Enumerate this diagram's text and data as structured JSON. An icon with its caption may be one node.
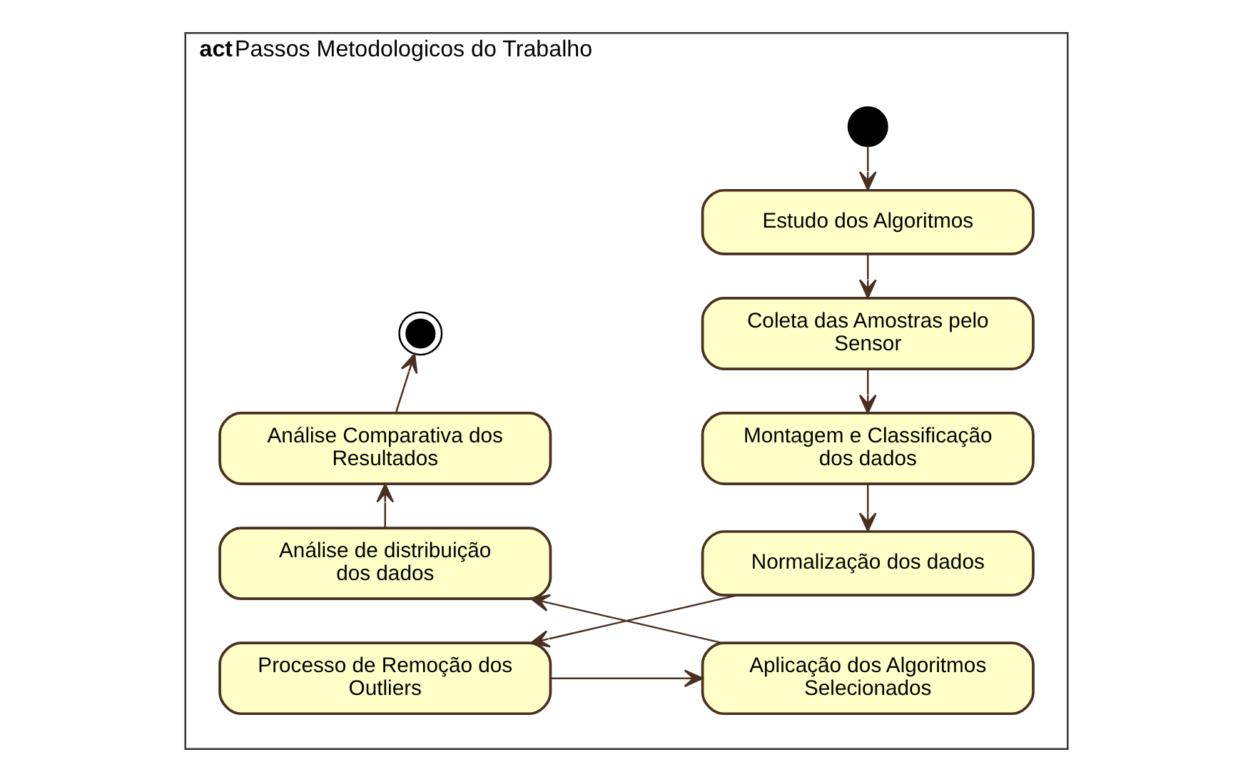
{
  "diagram": {
    "nodes": [
      {
        "text": [
          "act",
          "Passos Metodologicos do Trabalho"
        ]
      },
      {
        "text": [],
        "shape": "circle",
        "in": 0
      },
      {
        "text": [
          "Estudo dos Algoritmos"
        ],
        "in": 0
      },
      {
        "text": [
          "Coleta das Amostras pelo Sensor"
        ],
        "in": 0
      },
      {
        "text": [
          "Montagem e Classificação dos dados"
        ],
        "in": 0
      },
      {
        "text": [
          "Normalização dos dados"
        ],
        "in": 0
      },
      {
        "text": [
          "Processo de Remoção dos Outliers"
        ],
        "in": 0
      },
      {
        "text": [
          "Aplicação dos Algoritmos Selecionados"
        ],
        "in": 0
      },
      {
        "text": [
          "Análise de distribuição dos dados"
        ],
        "in": 0
      },
      {
        "text": [
          "Análise Comparativa dos Resultados"
        ],
        "in": 0
      },
      {
        "text": [],
        "shape": "bullseye",
        "in": 0
      }
    ],
    "edges": [
      {
        "from": 1,
        "to": 2,
        "arrow": "to"
      },
      {
        "from": 2,
        "to": 3,
        "arrow": "to"
      },
      {
        "from": 3,
        "to": 4,
        "arrow": "to"
      },
      {
        "from": 4,
        "to": 5,
        "arrow": "to"
      },
      {
        "from": 5,
        "to": 6,
        "arrow": "to"
      },
      {
        "from": 6,
        "to": 7,
        "arrow": "to"
      },
      {
        "from": 7,
        "to": 8,
        "arrow": "to"
      },
      {
        "from": 8,
        "to": 9,
        "arrow": "to"
      },
      {
        "from": 9,
        "to": 10,
        "arrow": "to"
      }
    ]
  }
}
